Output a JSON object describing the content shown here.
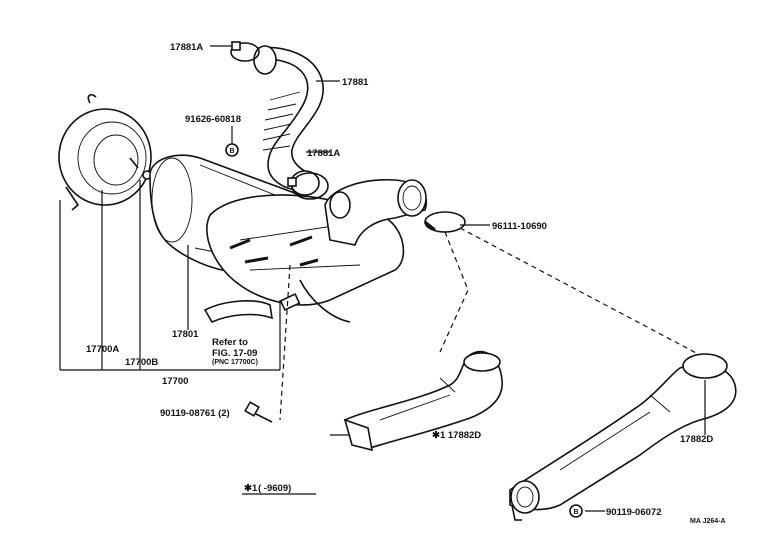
{
  "labels": {
    "p17881A_top": "17881A",
    "p17881": "17881",
    "p91626": "91626-60818",
    "p17881A_mid": "17881A",
    "p96111": "96111-10690",
    "p17700A": "17700A",
    "p17700B": "17700B",
    "p17801": "17801",
    "p17700": "17700",
    "refer_line1": "Refer to",
    "refer_line2": "FIG. 17-09",
    "refer_line3": "(PNC 17700C)",
    "p90119_08761": "90119-08761 (2)",
    "p17882D_star": "✱1 17882D",
    "p17882D": "17882D",
    "p90119_06072": "90119-06072",
    "footnote_mark": "✱1",
    "footnote_text": "(      -9609)",
    "drawing_code": "MA J264-A",
    "circle_b1": "B",
    "circle_b2": "B"
  }
}
